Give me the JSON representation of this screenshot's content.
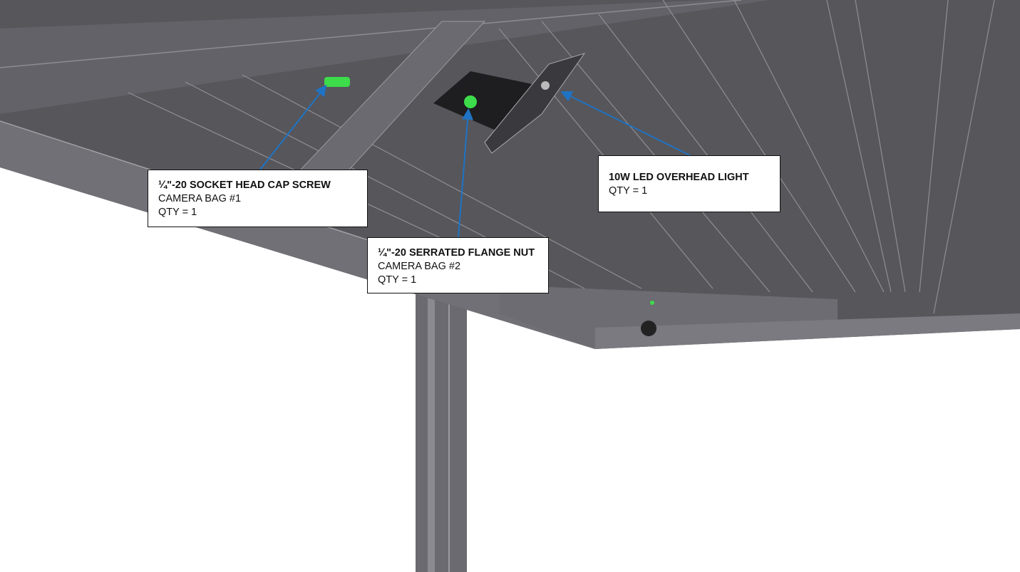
{
  "callouts": [
    {
      "title": "¼\"-20 SOCKET HEAD CAP SCREW",
      "bag": "CAMERA BAG #1",
      "qty": "QTY = 1"
    },
    {
      "title": "¼\"-20 SERRATED FLANGE NUT",
      "bag": "CAMERA BAG #2",
      "qty": "QTY = 1"
    },
    {
      "title": "10W LED OVERHEAD LIGHT",
      "qty": "QTY = 1"
    }
  ],
  "colors": {
    "structure": "#55555a",
    "highlight": "#3ddc4a",
    "leader": "#1f73c4"
  }
}
